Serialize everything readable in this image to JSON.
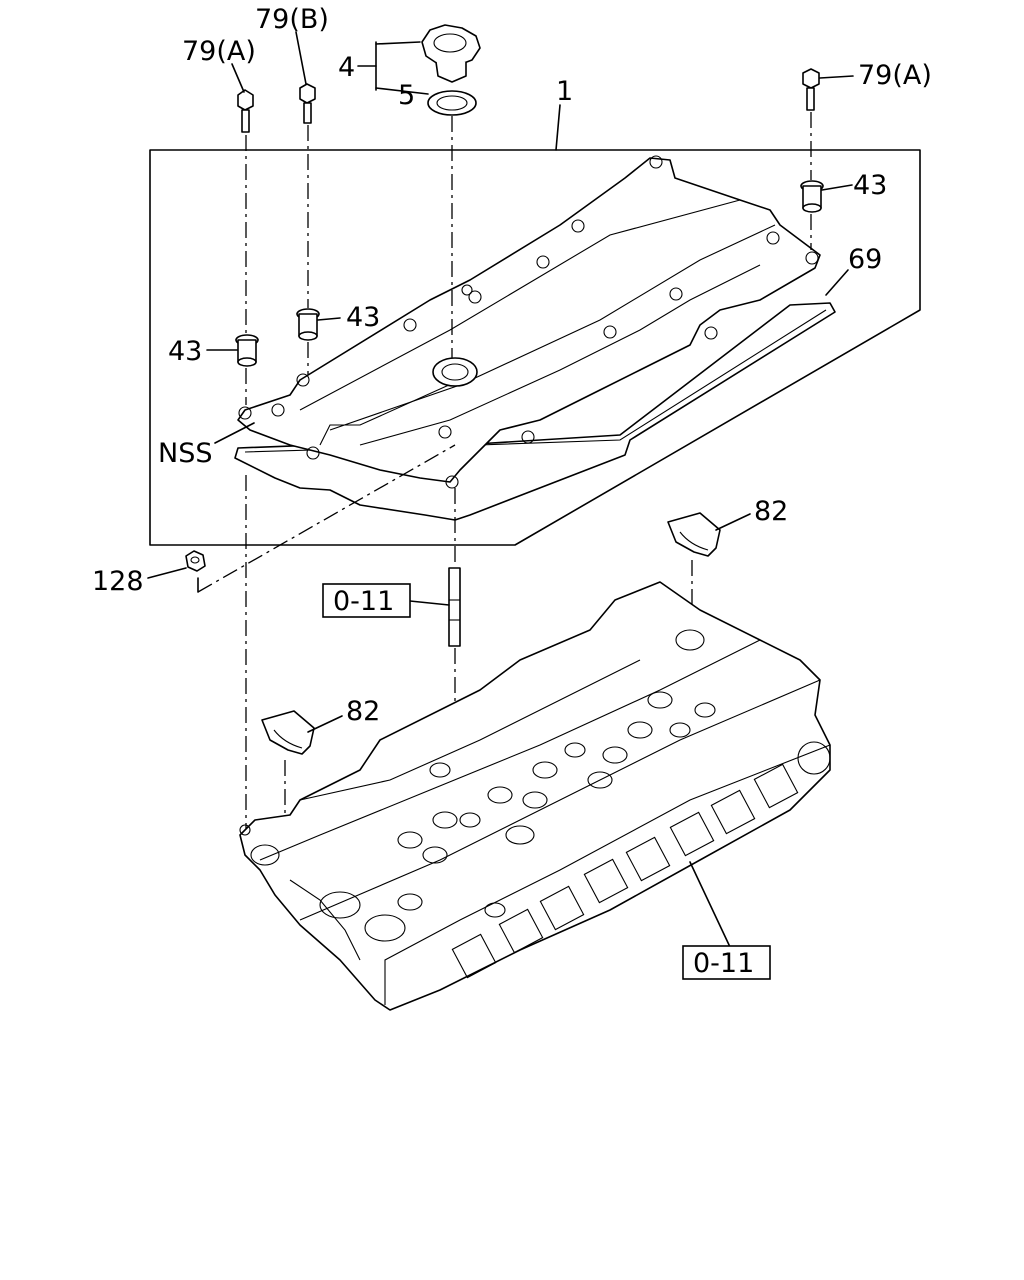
{
  "callouts": {
    "bolt_79a_left": "79(A)",
    "bolt_79b": "79(B)",
    "bolt_79a_right": "79(A)",
    "oil_cap": "4",
    "oil_cap_seal": "5",
    "cover_assembly": "1",
    "grommet_right": "43",
    "grommet_center": "43",
    "grommet_left": "43",
    "gasket": "69",
    "nss": "NSS",
    "nut": "128",
    "cap_82_right": "82",
    "cap_82_left": "82",
    "ref_stud": "0-11",
    "ref_head": "0-11"
  }
}
